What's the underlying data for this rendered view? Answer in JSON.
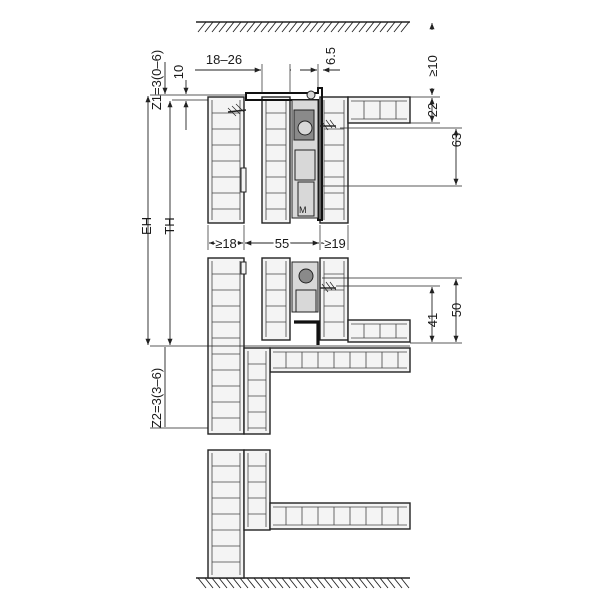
{
  "diagram": {
    "labels": {
      "z1": "Z1=3(0–6)",
      "d10_left": "10",
      "d18_26": "18–26",
      "d6_5": "6.5",
      "d_ge10": "≥10",
      "d22": "22",
      "d63": "63",
      "eh": "EH",
      "th": "TH",
      "d_ge18": "≥18",
      "d55": "55",
      "d_ge19": "≥19",
      "d50": "50",
      "d41": "41",
      "z2": "Z2=3(3–6)",
      "m_mark": "M"
    }
  }
}
